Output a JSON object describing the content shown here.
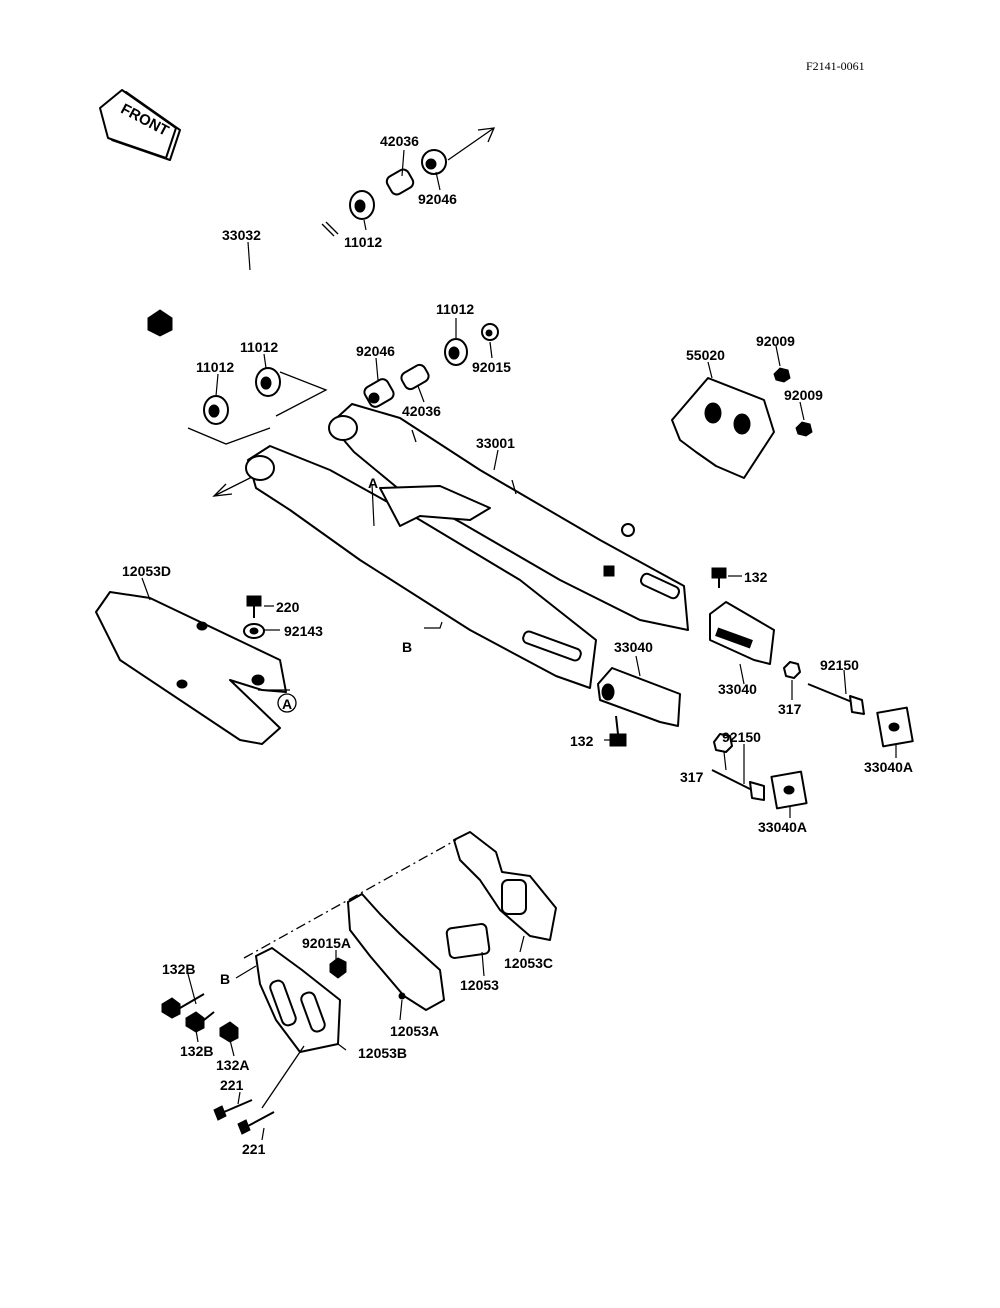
{
  "diagram_code": "F2141-0061",
  "front_label": "FRONT",
  "parts": {
    "p42036_top": "42036",
    "p92046_top": "92046",
    "p11012_axle": "11012",
    "p33032": "33032",
    "p11012_mid_a": "11012",
    "p92046_mid": "92046",
    "p92015": "92015",
    "p42036_mid": "42036",
    "p11012_left_a": "11012",
    "p11012_left_b": "11012",
    "p55020": "55020",
    "p92009_a": "92009",
    "p92009_b": "92009",
    "p33001": "33001",
    "p12053D": "12053D",
    "p220": "220",
    "p92143": "92143",
    "p132_right": "132",
    "p33040_left": "33040",
    "p33040_right": "33040",
    "p92150_right": "92150",
    "p317_right": "317",
    "p33040A_right": "33040A",
    "p132_left": "132",
    "p92150_left": "92150",
    "p317_left": "317",
    "p33040A_left": "33040A",
    "p92015A": "92015A",
    "p132B_a": "132B",
    "p132B_b": "132B",
    "p132A": "132A",
    "p221_a": "221",
    "p221_b": "221",
    "p12053A": "12053A",
    "p12053B": "12053B",
    "p12053C": "12053C",
    "p12053": "12053"
  },
  "refs": {
    "ref_A_swingarm": "A",
    "ref_A_guide": "A",
    "ref_B_swingarm": "B",
    "ref_B_guide": "B"
  }
}
